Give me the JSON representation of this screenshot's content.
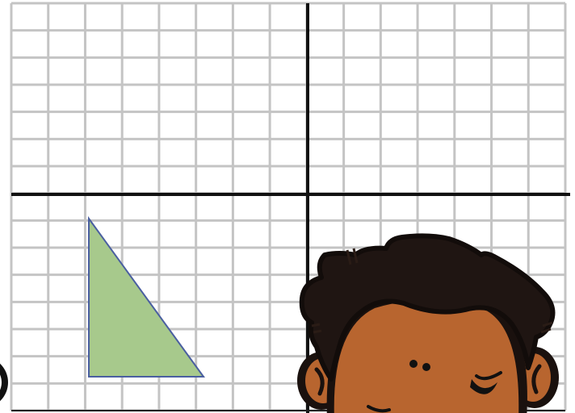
{
  "grid": {
    "columns": 15,
    "rows": 15,
    "line_color": "#c4c4c4",
    "axis_color": "#111111"
  },
  "shape": {
    "type": "right-triangle",
    "vertices": [
      [
        -6,
        -1
      ],
      [
        -6,
        -7
      ],
      [
        -3,
        -7
      ]
    ],
    "fill": "#a7c98c",
    "stroke": "#4a5fa0"
  },
  "mascot": {
    "icon": "cartoon-boy-face-icon",
    "skin": "#b8652f",
    "hair": "#1f1512"
  },
  "partial_icon": "circle-icon"
}
